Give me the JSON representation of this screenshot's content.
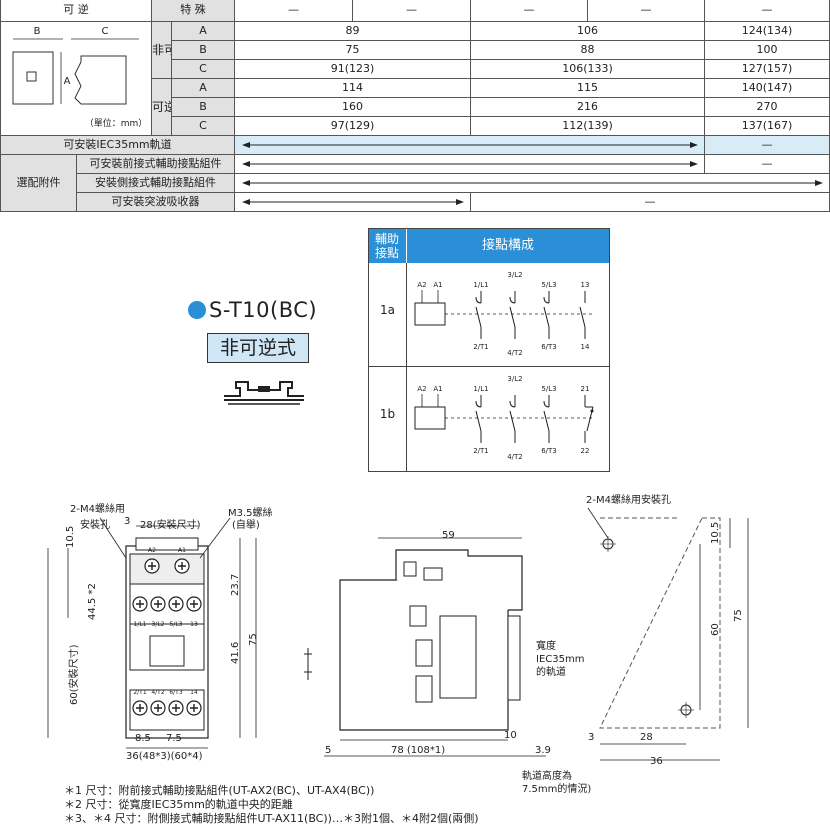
{
  "spec_table": {
    "top_row": {
      "left_label": "可 逆",
      "label": "特 殊",
      "values": [
        "—",
        "—",
        "—",
        "—",
        "—"
      ]
    },
    "dim_diagram": {
      "label_b": "B",
      "label_c": "C",
      "label_a": "A",
      "unit_note": "（單位：mm）"
    },
    "group_non_reversible": "非可逆",
    "group_reversible": "可逆",
    "rows": [
      {
        "letter": "A",
        "c1": "89",
        "c2": "106",
        "c3": "124(134)"
      },
      {
        "letter": "B",
        "c1": "75",
        "c2": "88",
        "c3": "100"
      },
      {
        "letter": "C",
        "c1": "91(123)",
        "c2": "106(133)",
        "c3": "127(157)"
      },
      {
        "letter": "A",
        "c1": "114",
        "c2": "115",
        "c3": "140(147)"
      },
      {
        "letter": "B",
        "c1": "160",
        "c2": "216",
        "c3": "270"
      },
      {
        "letter": "C",
        "c1": "97(129)",
        "c2": "112(139)",
        "c3": "137(167)"
      }
    ],
    "rail_label": "可安裝IEC35mm軌道",
    "rail_last": "—",
    "option_group": "選配附件",
    "options": [
      {
        "label": "可安裝前接式輔助接點組件",
        "last": "—"
      },
      {
        "label": "安裝側接式輔助接點組件"
      },
      {
        "label": "可安裝突波吸收器",
        "last": "—"
      }
    ]
  },
  "product": {
    "model": "S-T10(BC)",
    "type_label": "非可逆式",
    "colors": {
      "accent": "#2a8fd6",
      "type_bg": "#cfe6f7"
    }
  },
  "contact_table": {
    "header_left": "輔助接點",
    "header_right": "接點構成",
    "rows": [
      {
        "label": "1a",
        "coil": [
          "A2",
          "A1"
        ],
        "top": [
          "1/L1",
          "3/L2",
          "5/L3",
          "13"
        ],
        "bottom": [
          "2/T1",
          "4/T2",
          "6/T3",
          "14"
        ]
      },
      {
        "label": "1b",
        "coil": [
          "A2",
          "A1"
        ],
        "top": [
          "1/L1",
          "3/L2",
          "5/L3",
          "21"
        ],
        "bottom": [
          "2/T1",
          "4/T2",
          "6/T3",
          "22"
        ]
      }
    ]
  },
  "front_view": {
    "label_hole": "2-M4螺絲用",
    "label_hole2": "安裝孔",
    "dim_3": "3",
    "dim_28": "28(安裝尺寸)",
    "label_screw": "M3.5螺絲",
    "label_screw2": "(自舉)",
    "dim_10_5": "10.5",
    "dim_44_5": "44.5 *2",
    "dim_60": "60(安裝尺寸)",
    "dim_23_7": "23.7",
    "dim_41_6": "41.6",
    "dim_75": "75",
    "dim_8_5": "8.5",
    "dim_7_5": "7.5",
    "dim_36": "36(48*3)(60*4)",
    "terminals_top": [
      "A2",
      "A1"
    ],
    "terminals_mid": [
      "1/L1",
      "3/L2",
      "5/L3",
      "13"
    ],
    "terminals_bottom": [
      "2/T1",
      "4/T2",
      "6/T3",
      "14"
    ]
  },
  "side_view": {
    "dim_59": "59",
    "dim_5": "5",
    "dim_78": "78 (108*1)",
    "dim_10": "10",
    "dim_3_9": "3.9",
    "rail_text": [
      "寬度",
      "IEC35mm",
      "的軌道"
    ],
    "rail_height": [
      "軌道高度為",
      "7.5mm的情況)"
    ]
  },
  "mount_view": {
    "label": "2-M4螺絲用安裝孔",
    "dim_10_5": "10.5",
    "dim_60": "60",
    "dim_75": "75",
    "dim_3": "3",
    "dim_28": "28",
    "dim_36": "36"
  },
  "notes": [
    "＊1 尺寸：附前接式輔助接點組件(UT-AX2(BC)、UT-AX4(BC))",
    "＊2 尺寸：從寬度IEC35mm的軌道中央的距離",
    "＊3、＊4 尺寸：附側接式輔助接點組件UT-AX11(BC))…＊3附1個、＊4附2個(兩側)"
  ]
}
